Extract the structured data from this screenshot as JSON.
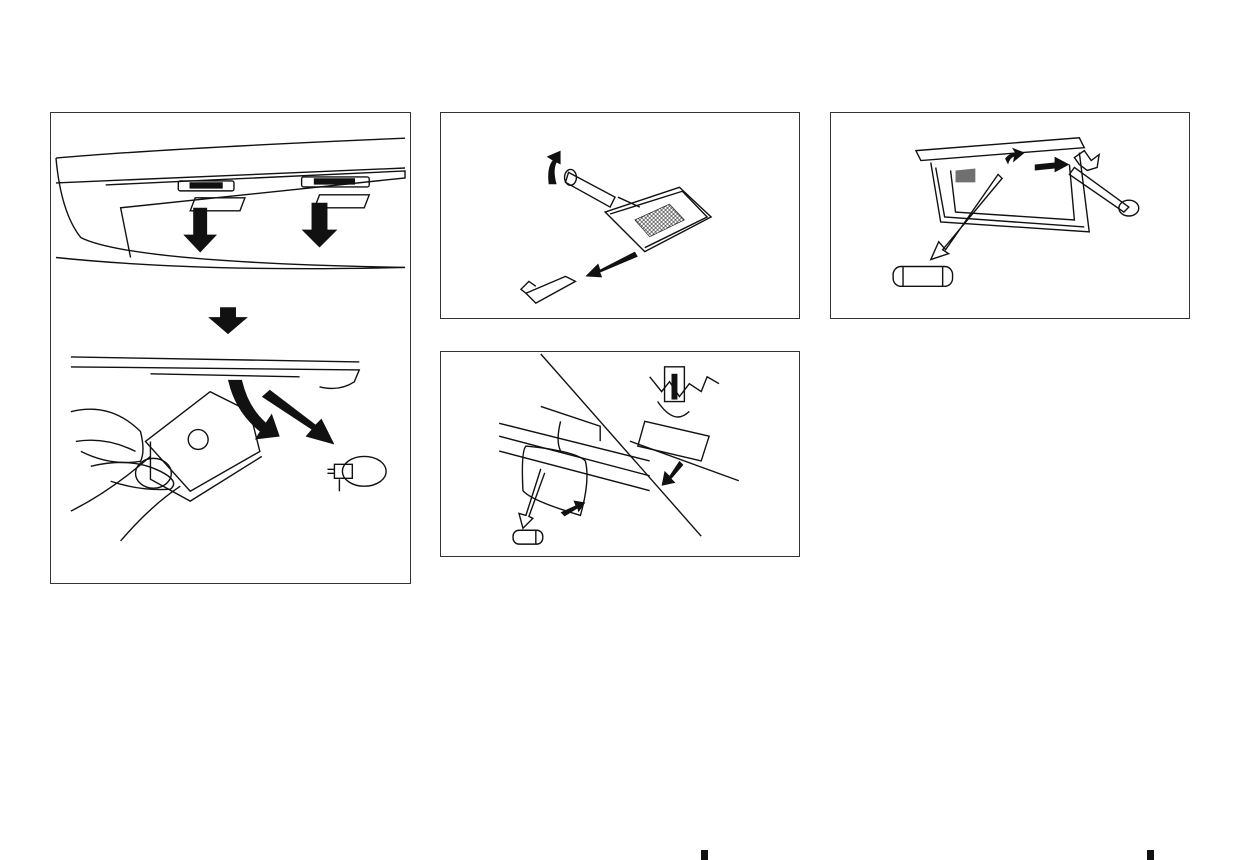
{
  "figures": [
    {
      "name": "map-lamp-bulb-replacement"
    },
    {
      "name": "room-lamp-lens-removal"
    },
    {
      "name": "vanity-mirror-lamp-bulb-replacement"
    },
    {
      "name": "luggage-room-lamp-bulb-replacement"
    }
  ]
}
